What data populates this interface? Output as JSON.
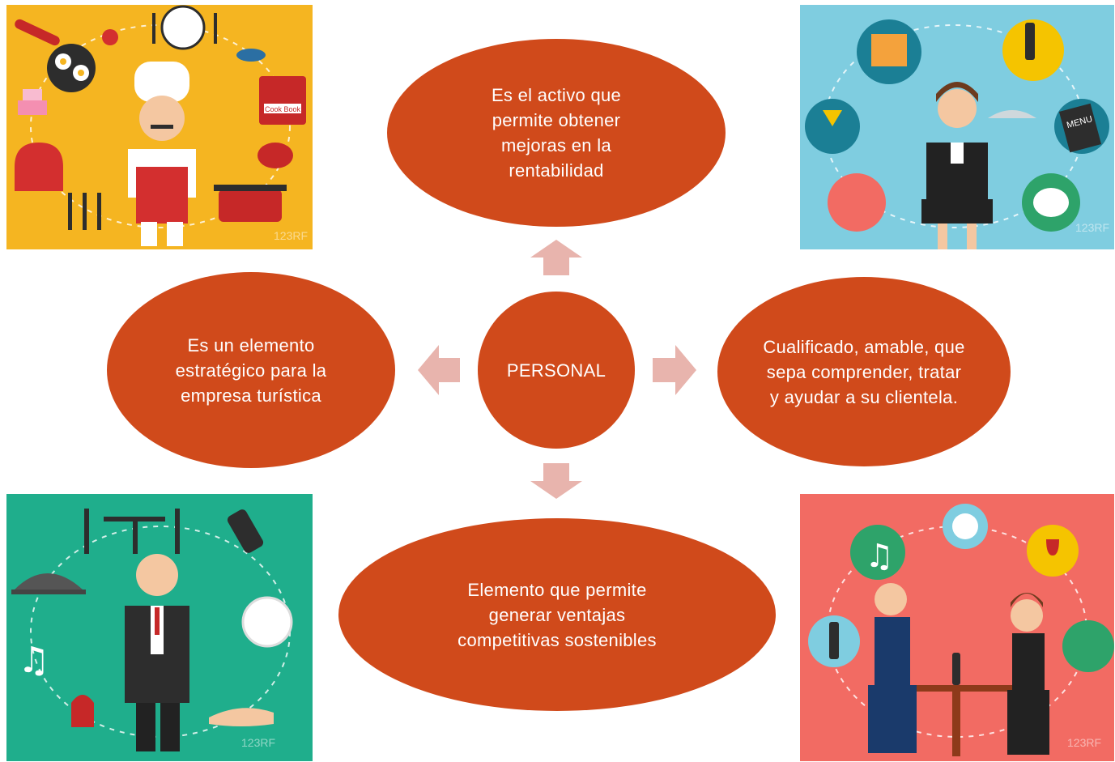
{
  "center": {
    "label": "PERSONAL"
  },
  "nodes": {
    "top": "Es el activo que permite obtener mejoras en la rentabilidad",
    "left": "Es un elemento estratégico para la empresa turística",
    "right": "Cualificado, amable, que sepa comprender, tratar y ayudar a su clientela.",
    "bottom": "Elemento que permite generar ventajas competitivas sostenibles"
  },
  "illustrations": {
    "chef": {
      "cookbook_label": "Cook Book",
      "watermark": "123RF"
    },
    "waitress": {
      "menu_label": "MENU",
      "watermark": "123RF"
    },
    "butler": {
      "watermark": "123RF"
    },
    "couple": {
      "watermark": "123RF"
    }
  },
  "colors": {
    "node_fill": "#d04a1b",
    "arrow_fill": "#e8b4ad",
    "chef_bg": "#f5b521",
    "waitress_bg": "#7fcde0",
    "butler_bg": "#1fae8c",
    "couple_bg": "#f26b63"
  }
}
